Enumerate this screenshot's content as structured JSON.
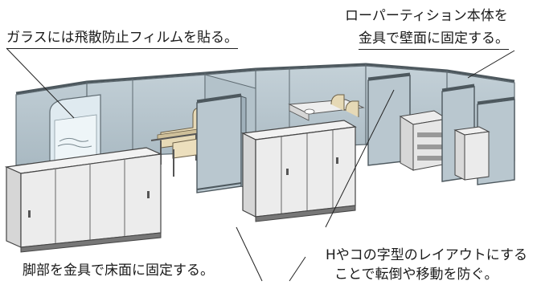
{
  "captions": {
    "glass": "ガラスには飛散防止フィルムを貼る。",
    "wall_fix_line1": "ローパーティション本体を",
    "wall_fix_line2": "金具で壁面に固定する。",
    "base_fix": "脚部を金具で床面に固定する。",
    "layout_line1": "Hやコの字型のレイアウトにする",
    "layout_line2": "ことで転倒や移動を防ぐ。"
  },
  "colors": {
    "partition": "#b9c7cf",
    "partition_dark": "#9fb0ba",
    "frame": "#5f6b72",
    "cabinet": "#eeeeee",
    "cabinet_side": "#d6d6d6",
    "chair": "#e6d9b6",
    "line": "#333333"
  },
  "icons": [
    "glass-panel-icon",
    "chair-icon",
    "cabinet-icon",
    "copier-icon",
    "table-icon"
  ]
}
